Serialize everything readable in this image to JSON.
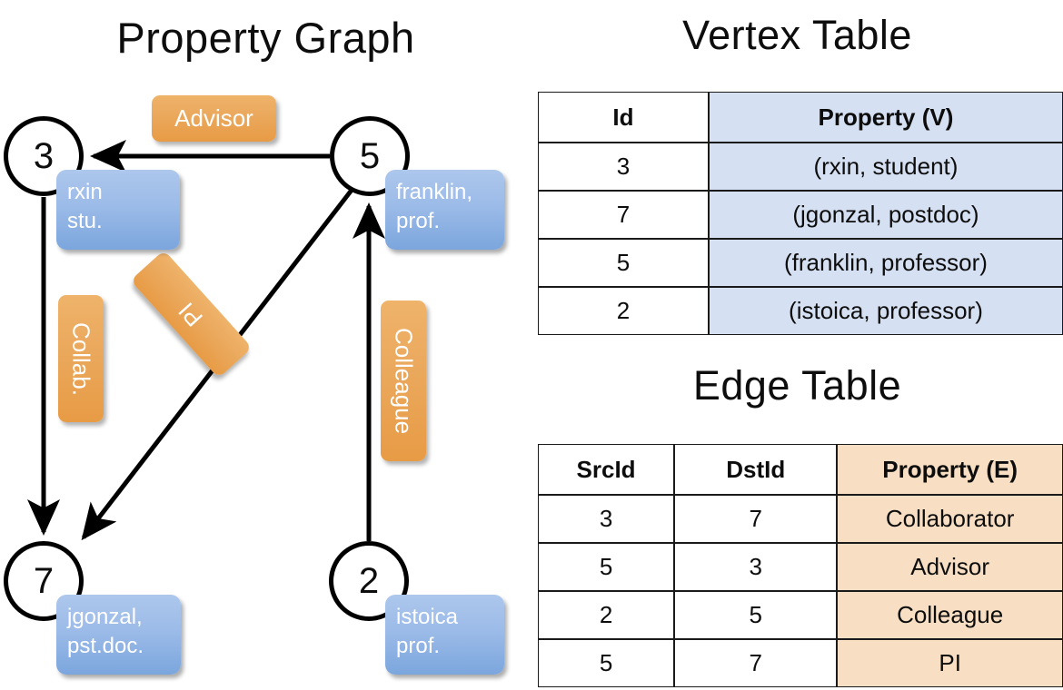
{
  "titles": {
    "property_graph": "Property Graph",
    "vertex_table": "Vertex Table",
    "edge_table": "Edge Table"
  },
  "graph": {
    "vertices": [
      {
        "id": "3",
        "property_line1": "rxin",
        "property_line2": "stu."
      },
      {
        "id": "5",
        "property_line1": "franklin,",
        "property_line2": "prof."
      },
      {
        "id": "7",
        "property_line1": "jgonzal,",
        "property_line2": "pst.doc."
      },
      {
        "id": "2",
        "property_line1": "istoica",
        "property_line2": "prof."
      }
    ],
    "edge_labels": {
      "advisor": "Advisor",
      "collab": "Collab.",
      "pi": "PI",
      "colleague": "Colleague"
    }
  },
  "vertex_table": {
    "headers": [
      "Id",
      "Property (V)"
    ],
    "rows": [
      {
        "id": "3",
        "property": "(rxin, student)"
      },
      {
        "id": "7",
        "property": "(jgonzal, postdoc)"
      },
      {
        "id": "5",
        "property": "(franklin, professor)"
      },
      {
        "id": "2",
        "property": "(istoica, professor)"
      }
    ]
  },
  "edge_table": {
    "headers": [
      "SrcId",
      "DstId",
      "Property (E)"
    ],
    "rows": [
      {
        "src": "3",
        "dst": "7",
        "property": "Collaborator"
      },
      {
        "src": "5",
        "dst": "3",
        "property": "Advisor"
      },
      {
        "src": "2",
        "dst": "5",
        "property": "Colleague"
      },
      {
        "src": "5",
        "dst": "7",
        "property": "PI"
      }
    ]
  },
  "colors": {
    "vertex_property_box": "#9cbbe8",
    "edge_label_box": "#eaa85c",
    "vertex_table_tint": "#d5e0f2",
    "edge_table_tint": "#f8dfc4",
    "stroke": "#000000"
  }
}
